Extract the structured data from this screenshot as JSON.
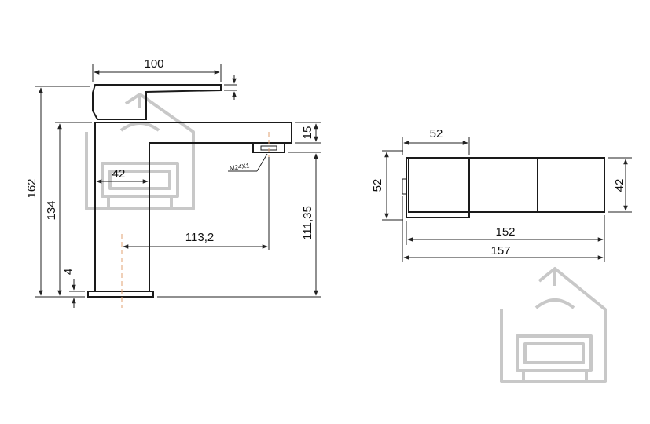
{
  "dimensions": {
    "side_view": {
      "handle_length": "100",
      "total_height": "162",
      "spout_height": "134",
      "base_thickness": "4",
      "body_width": "42",
      "spout_reach": "113,2",
      "outlet_height": "111,35",
      "spout_thickness": "15",
      "aerator_thread": "M24X1"
    },
    "top_view": {
      "base_width": "52",
      "base_depth": "52",
      "spout_width": "42",
      "spout_length": "152",
      "overall_length": "157"
    }
  },
  "colors": {
    "line": "#1a1a1a",
    "centerline": "#e0a070",
    "watermark": "#c8c8c8"
  },
  "watermark": {
    "icon": "house-with-shower-and-bathtub-icon"
  }
}
